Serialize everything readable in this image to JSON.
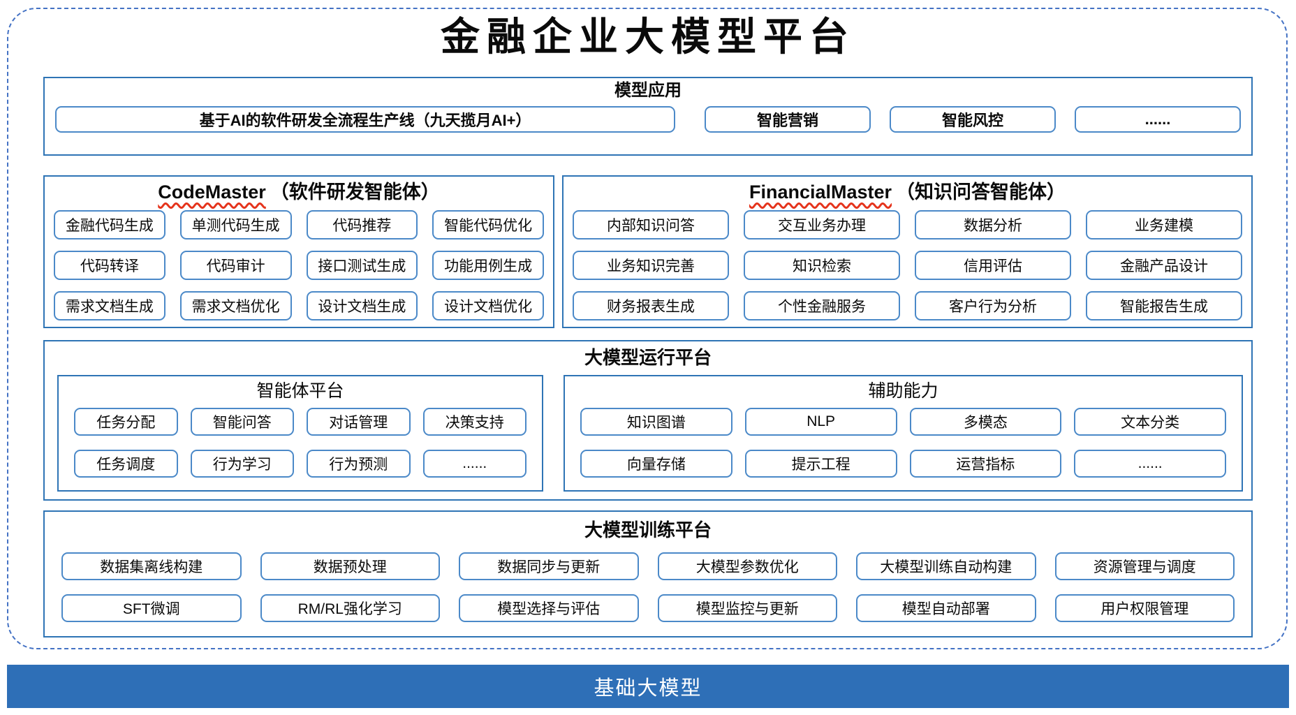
{
  "title": "金融企业大模型平台",
  "colors": {
    "frame_dashed_blue": "#4472C4",
    "section_border_blue": "#2E74B5",
    "chip_border_blue": "#4B89C8",
    "footer_bar_blue": "#2E6FB7",
    "squiggle_red": "#E5341C",
    "footer_text": "#FFFFFF"
  },
  "sections": {
    "model_app": {
      "title": "模型应用",
      "main_item": "基于AI的软件研发全流程生产线（九天揽月AI+）",
      "items": [
        "智能营销",
        "智能风控",
        "......"
      ]
    },
    "code_master": {
      "title_en": "CodeMaster",
      "title_zh": "（软件研发智能体）",
      "items": [
        "金融代码生成",
        "单测代码生成",
        "代码推荐",
        "智能代码优化",
        "代码转译",
        "代码审计",
        "接口测试生成",
        "功能用例生成",
        "需求文档生成",
        "需求文档优化",
        "设计文档生成",
        "设计文档优化"
      ]
    },
    "financial_master": {
      "title_en": "FinancialMaster",
      "title_zh": "（知识问答智能体）",
      "items": [
        "内部知识问答",
        "交互业务办理",
        "数据分析",
        "业务建模",
        "业务知识完善",
        "知识检索",
        "信用评估",
        "金融产品设计",
        "财务报表生成",
        "个性金融服务",
        "客户行为分析",
        "智能报告生成"
      ]
    },
    "runtime": {
      "title": "大模型运行平台",
      "agent_platform": {
        "title": "智能体平台",
        "items": [
          "任务分配",
          "智能问答",
          "对话管理",
          "决策支持",
          "任务调度",
          "行为学习",
          "行为预测",
          "......"
        ]
      },
      "aux_ability": {
        "title": "辅助能力",
        "items": [
          "知识图谱",
          "NLP",
          "多模态",
          "文本分类",
          "向量存储",
          "提示工程",
          "运营指标",
          "......"
        ]
      }
    },
    "training": {
      "title": "大模型训练平台",
      "items": [
        "数据集离线构建",
        "数据预处理",
        "数据同步与更新",
        "大模型参数优化",
        "大模型训练自动构建",
        "资源管理与调度",
        "SFT微调",
        "RM/RL强化学习",
        "模型选择与评估",
        "模型监控与更新",
        "模型自动部署",
        "用户权限管理"
      ]
    },
    "base_model": {
      "title": "基础大模型"
    }
  }
}
